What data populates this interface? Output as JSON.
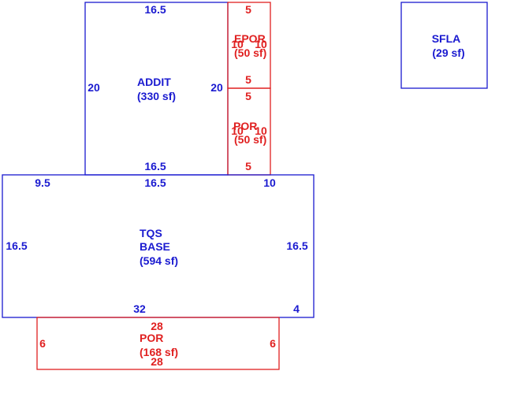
{
  "colors": {
    "blue": "#1a1ad0",
    "red": "#e02020"
  },
  "areas": {
    "addit": {
      "name": "ADDIT",
      "area": "(330 sf)",
      "top": "16.5",
      "bottom": "16.5",
      "left": "20",
      "right": "20"
    },
    "epor": {
      "name": "EPOR",
      "area": "(50 sf)",
      "top": "5",
      "bottom": "5",
      "left": "10",
      "right": "10"
    },
    "por_upper": {
      "name": "POR",
      "area": "(50 sf)",
      "top": "5",
      "bottom": "5",
      "left": "10",
      "right": "10"
    },
    "sfla": {
      "name": "SFLA",
      "area": "(29 sf)"
    },
    "base": {
      "name_line1": "TQS",
      "name_line2": "BASE",
      "area": "(594 sf)",
      "top_left": "9.5",
      "top_mid": "16.5",
      "top_right": "10",
      "left": "16.5",
      "right": "16.5",
      "bottom_mid": "32",
      "bottom_right": "4"
    },
    "por_lower": {
      "name": "POR",
      "area": "(168 sf)",
      "top": "28",
      "bottom": "28",
      "left": "6",
      "right": "6"
    }
  }
}
